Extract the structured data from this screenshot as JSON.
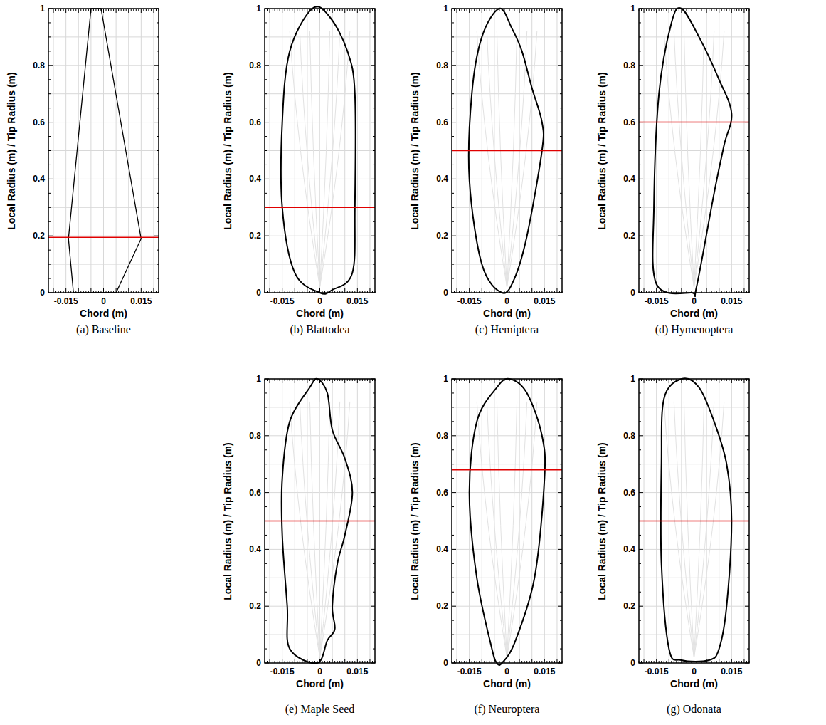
{
  "diagram": {
    "labels": [
      "Local Radius (m) / Tip Radius (m)",
      "0",
      "0.2",
      "0.4",
      "0.6",
      "0.8",
      "1",
      "-0.015",
      "0",
      "0.015",
      "Chord (m)",
      "(a) Baseline",
      "Local Radius (m) / Tip Radius (m)",
      "0",
      "0.2",
      "0.4",
      "0.6",
      "0.8",
      "1",
      "-0.015",
      "0",
      "0.015",
      "Chord (m)",
      "(b) Blattodea",
      "Local Radius (m) / Tip Radius (m)",
      "0",
      "0.2",
      "0.4",
      "0.6",
      "0.8",
      "1",
      "-0.015",
      "0",
      "0.015",
      "Chord (m)",
      "(c) Hemiptera",
      "Local Radius (m) / Tip Radius (m)",
      "0",
      "0.2",
      "0.4",
      "0.6",
      "0.8",
      "1",
      "-0.015",
      "0",
      "0.015",
      "Chord (m)",
      "(d) Hymenoptera",
      "Local Radius (m) / Tip Radius (m)",
      "0",
      "0.2",
      "0.4",
      "0.6",
      "0.8",
      "1",
      "-0.015",
      "0",
      "0.015",
      "Chord (m)",
      "(e) Maple Seed",
      "Local Radius (m) / Tip Radius (m)",
      "0",
      "0.2",
      "0.4",
      "0.6",
      "0.8",
      "1",
      "-0.015",
      "0",
      "0.015",
      "Chord (m)",
      "(f) Neuroptera",
      "Local Radius (m) / Tip Radius (m)",
      "0",
      "0.2",
      "0.4",
      "0.6",
      "0.8",
      "1",
      "-0.015",
      "0",
      "0.015",
      "Chord (m)",
      "(g) Odonata"
    ]
  }
}
